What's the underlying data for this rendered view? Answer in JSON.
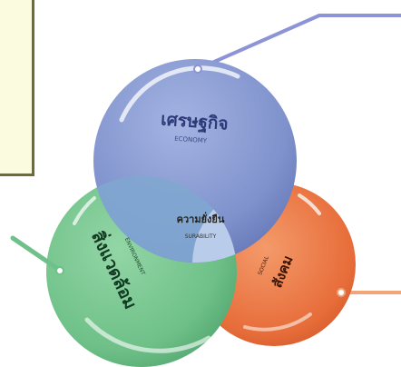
{
  "diagram": {
    "economy": {
      "thai": "เศรษฐกิจ",
      "english": "ECONOMY",
      "color": "#8497cf"
    },
    "environment": {
      "thai": "สิ่งแวดล้อม",
      "english": "ENVIRONMENT",
      "color": "#6fc08a"
    },
    "social": {
      "thai": "สังคม",
      "english": "SOCIAL",
      "color": "#e86c3a"
    },
    "center": {
      "thai": "ความยั่งยืน",
      "english": "SURABILITY",
      "color": "#b9cdea"
    }
  }
}
